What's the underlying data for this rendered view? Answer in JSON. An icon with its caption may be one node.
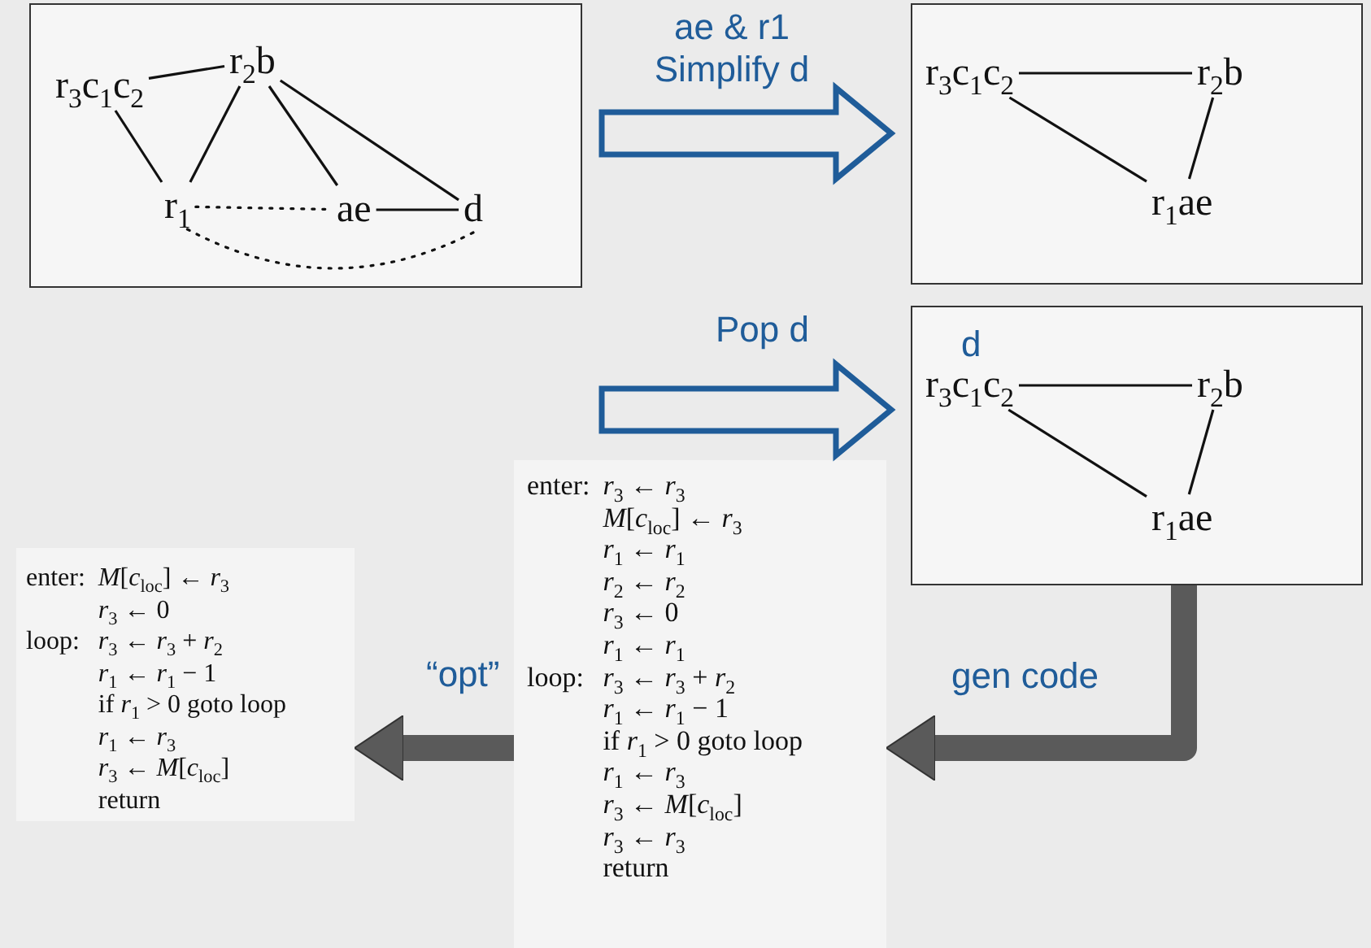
{
  "diagram": {
    "nodes": [
      {
        "text": [],
        "shape": "box"
      },
      {
        "text": [
          "r$_{3}$c$_{1}$c$_{2}$"
        ],
        "in": 0
      },
      {
        "text": [
          "r$_{2}$b"
        ],
        "in": 0
      },
      {
        "text": [
          "r$_{1}$"
        ],
        "in": 0
      },
      {
        "text": [
          "ae"
        ],
        "in": 0
      },
      {
        "text": [
          "d"
        ],
        "in": 0
      },
      {
        "text": [],
        "shape": "box"
      },
      {
        "text": [
          "r$_{3}$c$_{1}$c$_{2}$"
        ],
        "in": 6
      },
      {
        "text": [
          "r$_{2}$b"
        ],
        "in": 6
      },
      {
        "text": [
          "r$_{1}$ae"
        ],
        "in": 6
      },
      {
        "text": [],
        "shape": "box"
      },
      {
        "text": [
          "d"
        ],
        "in": 10
      },
      {
        "text": [
          "r$_{3}$c$_{1}$c$_{2}$"
        ],
        "in": 10
      },
      {
        "text": [
          "r$_{2}$b"
        ],
        "in": 10
      },
      {
        "text": [
          "r$_{1}$ae"
        ],
        "in": 10
      },
      {
        "text": [
          "enter:",
          "*r*$_{3}$ ← *r*$_{3}$",
          "*M*[*c*$_{loc}$] ← *r*$_{3}$",
          "*r*$_{1}$ ← *r*$_{1}$",
          "*r*$_{2}$ ← *r*$_{2}$",
          "*r*$_{3}$ ← 0",
          "*r*$_{1}$ ← *r*$_{1}$",
          "loop:",
          "*r*$_{3}$ ← *r*$_{3}$ + *r*$_{2}$",
          "*r*$_{1}$ ← *r*$_{1}$ − 1",
          "if *r*$_{1}$ > 0 goto loop",
          "*r*$_{1}$ ← *r*$_{3}$",
          "*r*$_{3}$ ← *M*[*c*$_{loc}$]",
          "*r*$_{3}$ ← *r*$_{3}$",
          "return"
        ]
      },
      {
        "text": [
          "enter:",
          "*M*[*c*$_{loc}$] ← *r*$_{3}$",
          "*r*$_{3}$ ← 0",
          "loop:",
          "*r*$_{3}$ ← *r*$_{3}$ + *r*$_{2}$",
          "*r*$_{1}$ ← *r*$_{1}$ − 1",
          "if *r*$_{1}$ > 0 goto loop",
          "*r*$_{1}$ ← *r*$_{3}$",
          "*r*$_{3}$ ← *M*[*c*$_{loc}$]",
          "return"
        ]
      }
    ],
    "edges": [
      {
        "from": 1,
        "to": 2,
        "arrow": "none"
      },
      {
        "from": 1,
        "to": 3,
        "arrow": "none"
      },
      {
        "from": 2,
        "to": 3,
        "arrow": "none"
      },
      {
        "from": 2,
        "to": 4,
        "arrow": "none"
      },
      {
        "from": 2,
        "to": 5,
        "arrow": "none"
      },
      {
        "from": 3,
        "to": 4,
        "arrow": "none",
        "style": "dashed"
      },
      {
        "from": 4,
        "to": 5,
        "arrow": "none"
      },
      {
        "from": 3,
        "to": 5,
        "arrow": "none",
        "style": "dashed"
      },
      {
        "from": 7,
        "to": 8,
        "arrow": "none"
      },
      {
        "from": 7,
        "to": 9,
        "arrow": "none"
      },
      {
        "from": 8,
        "to": 9,
        "arrow": "none"
      },
      {
        "from": 12,
        "to": 13,
        "arrow": "none"
      },
      {
        "from": 12,
        "to": 14,
        "arrow": "none"
      },
      {
        "from": 13,
        "to": 14,
        "arrow": "none"
      },
      {
        "from": 0,
        "to": 6,
        "arrow": "to",
        "label": "ae & r1 Simplify d",
        "color": "#1f5c99"
      },
      {
        "from": null,
        "to": 10,
        "arrow": "to",
        "label": "Pop d",
        "color": "#1f5c99"
      },
      {
        "from": 10,
        "to": 15,
        "arrow": "to",
        "label": "gen code",
        "style": "thick",
        "color": "#5a5a5a"
      },
      {
        "from": 15,
        "to": 16,
        "arrow": "to",
        "label": "“opt”",
        "style": "thick",
        "color": "#5a5a5a"
      }
    ]
  }
}
